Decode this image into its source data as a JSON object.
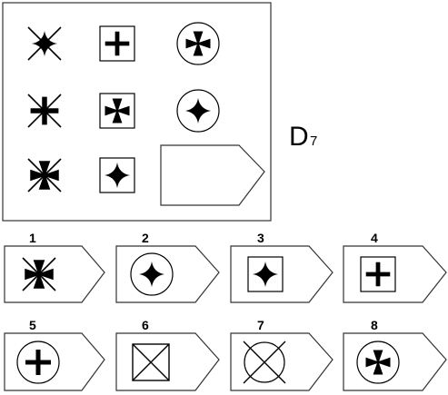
{
  "puzzle": {
    "title": "D",
    "title_subscript": "7",
    "matrix": {
      "rows": [
        [
          "x-with-four-point-star",
          "square-with-plus",
          "circle-with-cross-pattee"
        ],
        [
          "x-with-plus",
          "square-with-cross-pattee",
          "circle-with-four-point-star"
        ],
        [
          "x-with-cross-pattee",
          "square-with-four-point-star",
          "blank-answer-slot"
        ]
      ]
    },
    "options": [
      {
        "label": "1",
        "symbol": "x-with-cross-pattee"
      },
      {
        "label": "2",
        "symbol": "circle-with-four-point-star"
      },
      {
        "label": "3",
        "symbol": "square-with-four-point-star"
      },
      {
        "label": "4",
        "symbol": "square-with-plus"
      },
      {
        "label": "5",
        "symbol": "circle-with-plus"
      },
      {
        "label": "6",
        "symbol": "square-with-x"
      },
      {
        "label": "7",
        "symbol": "circle-with-x"
      },
      {
        "label": "8",
        "symbol": "circle-with-cross-pattee"
      }
    ]
  }
}
